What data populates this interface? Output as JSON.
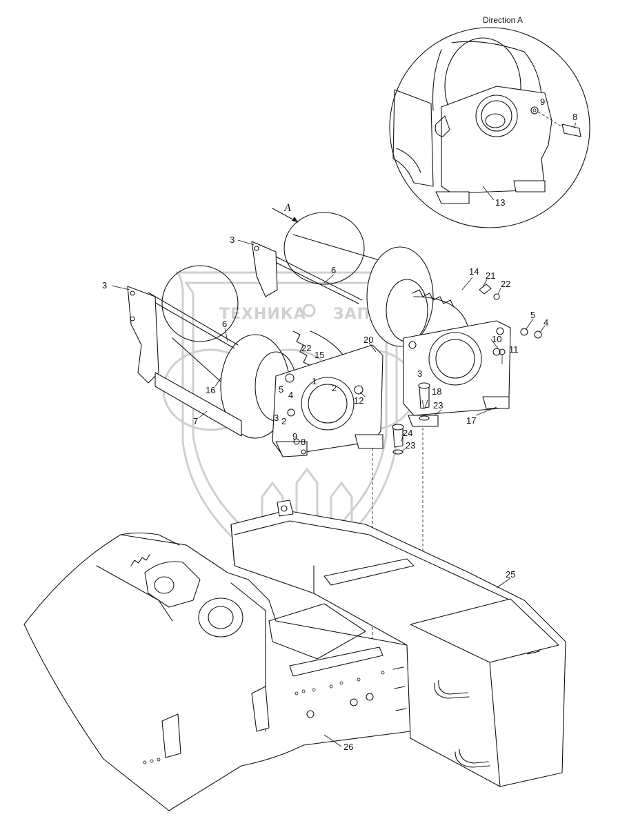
{
  "view_title": "Direction A",
  "direction_arrow_label": "A",
  "watermark": {
    "text_left": "ТЕХНИКА",
    "text_right": "ЗАПЧАСТИ"
  },
  "callouts": [
    {
      "id": "c-detail-9",
      "text": "9"
    },
    {
      "id": "c-detail-8",
      "text": "8"
    },
    {
      "id": "c-detail-13",
      "text": "13"
    },
    {
      "id": "c-3-top",
      "text": "3"
    },
    {
      "id": "c-6-top",
      "text": "6"
    },
    {
      "id": "c-3-left",
      "text": "3"
    },
    {
      "id": "c-6-left",
      "text": "6"
    },
    {
      "id": "c-14",
      "text": "14"
    },
    {
      "id": "c-21",
      "text": "21"
    },
    {
      "id": "c-22-right",
      "text": "22"
    },
    {
      "id": "c-5-right",
      "text": "5"
    },
    {
      "id": "c-4-right",
      "text": "4"
    },
    {
      "id": "c-10",
      "text": "10"
    },
    {
      "id": "c-11",
      "text": "11"
    },
    {
      "id": "c-20",
      "text": "20"
    },
    {
      "id": "c-22-mid",
      "text": "22"
    },
    {
      "id": "c-15",
      "text": "15"
    },
    {
      "id": "c-1",
      "text": "1"
    },
    {
      "id": "c-2-mid",
      "text": "2"
    },
    {
      "id": "c-12",
      "text": "12"
    },
    {
      "id": "c-3-mid",
      "text": "3"
    },
    {
      "id": "c-16",
      "text": "16"
    },
    {
      "id": "c-5-left",
      "text": "5"
    },
    {
      "id": "c-4-left",
      "text": "4"
    },
    {
      "id": "c-3-low",
      "text": "3"
    },
    {
      "id": "c-2-low",
      "text": "2"
    },
    {
      "id": "c-7",
      "text": "7"
    },
    {
      "id": "c-9-main",
      "text": "9"
    },
    {
      "id": "c-8-main",
      "text": "8"
    },
    {
      "id": "c-18",
      "text": "18"
    },
    {
      "id": "c-23-upper",
      "text": "23"
    },
    {
      "id": "c-17",
      "text": "17"
    },
    {
      "id": "c-24",
      "text": "24"
    },
    {
      "id": "c-23-lower",
      "text": "23"
    },
    {
      "id": "c-25",
      "text": "25"
    },
    {
      "id": "c-26",
      "text": "26"
    }
  ]
}
